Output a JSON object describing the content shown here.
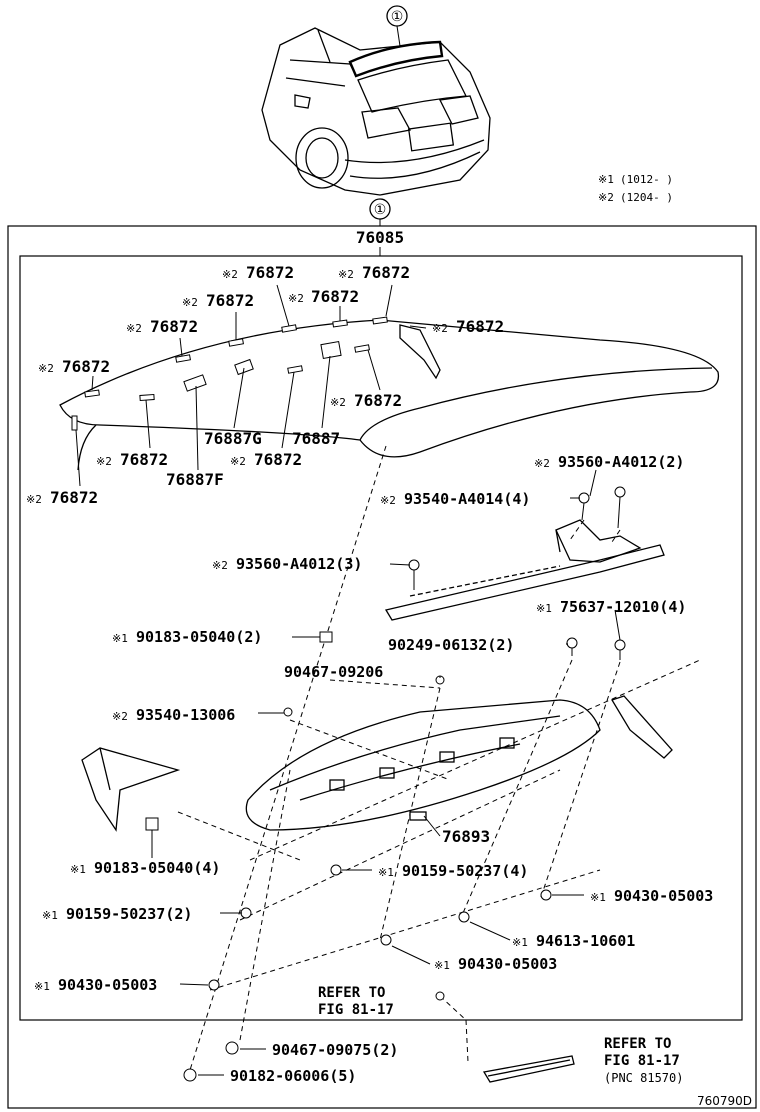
{
  "colors": {
    "ink": "#000000",
    "paper": "#ffffff"
  },
  "icons": {
    "vehicle": "vehicle-rear-icon",
    "callout": "circled-number-icon",
    "bolt": "bolt-icon",
    "clip": "clip-icon",
    "nut": "nut-icon",
    "spoiler": "rear-spoiler-icon"
  },
  "callout_number": "①",
  "notes": [
    {
      "mark": "※1",
      "text": "(1012-    )"
    },
    {
      "mark": "※2",
      "text": "(1204-    )"
    }
  ],
  "assembly_label": "76085",
  "labels": [
    {
      "mark": "※2",
      "text": "76872"
    },
    {
      "mark": "※2",
      "text": "76872"
    },
    {
      "mark": "※2",
      "text": "76872"
    },
    {
      "mark": "※2",
      "text": "76872"
    },
    {
      "mark": "※2",
      "text": "76872"
    },
    {
      "mark": "※2",
      "text": "76872"
    },
    {
      "mark": "※2",
      "text": "76872"
    },
    {
      "mark": "※2",
      "text": "76872"
    },
    {
      "mark": "",
      "text": "76887G"
    },
    {
      "mark": "",
      "text": "76887"
    },
    {
      "mark": "※2",
      "text": "76872"
    },
    {
      "mark": "※2",
      "text": "76872"
    },
    {
      "mark": "",
      "text": "76887F"
    },
    {
      "mark": "※2",
      "text": "76872"
    },
    {
      "mark": "※2",
      "text": "93560-A4012(2)"
    },
    {
      "mark": "※2",
      "text": "93540-A4014(4)"
    },
    {
      "mark": "※2",
      "text": "93560-A4012(3)"
    },
    {
      "mark": "※1",
      "text": "75637-12010(4)"
    },
    {
      "mark": "※1",
      "text": "90183-05040(2)"
    },
    {
      "mark": "",
      "text": "90249-06132(2)"
    },
    {
      "mark": "",
      "text": "90467-09206"
    },
    {
      "mark": "※2",
      "text": "93540-13006"
    },
    {
      "mark": "",
      "text": "76893"
    },
    {
      "mark": "※1",
      "text": "90183-05040(4)"
    },
    {
      "mark": "※1",
      "text": "90159-50237(4)"
    },
    {
      "mark": "※1",
      "text": "90430-05003"
    },
    {
      "mark": "※1",
      "text": "90159-50237(2)"
    },
    {
      "mark": "※1",
      "text": "94613-10601"
    },
    {
      "mark": "※1",
      "text": "90430-05003"
    },
    {
      "mark": "※1",
      "text": "90430-05003"
    },
    {
      "mark": "",
      "text": "90467-09075(2)"
    },
    {
      "mark": "",
      "text": "90182-06006(5)"
    }
  ],
  "refers": [
    {
      "line1": "REFER TO",
      "line2": "FIG 81-17",
      "line3": ""
    },
    {
      "line1": "REFER TO",
      "line2": "FIG 81-17",
      "line3": "(PNC 81570)"
    }
  ],
  "figure_code": "760790D"
}
